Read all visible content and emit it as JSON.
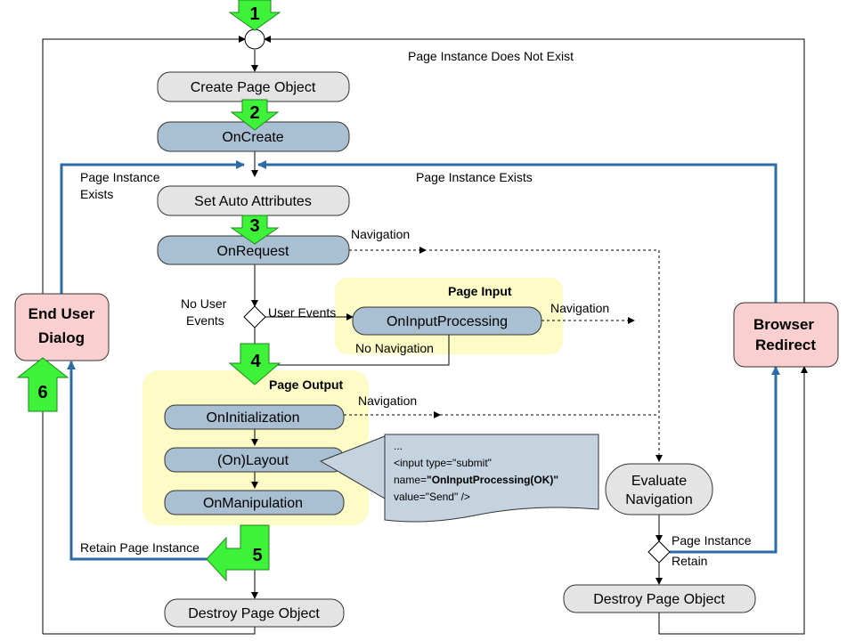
{
  "steps": [
    "1",
    "2",
    "3",
    "4",
    "5",
    "6"
  ],
  "nodes": {
    "create_page_object": "Create Page Object",
    "on_create": "OnCreate",
    "set_auto_attributes": "Set Auto Attributes",
    "on_request": "OnRequest",
    "on_input_processing": "OnInputProcessing",
    "on_initialization": "OnInitialization",
    "on_layout": "(On)Layout",
    "on_manipulation": "OnManipulation",
    "destroy_page_object_left": "Destroy Page Object",
    "destroy_page_object_right": "Destroy Page Object",
    "end_user_dialog_line1": "End User",
    "end_user_dialog_line2": "Dialog",
    "browser_redirect_line1": "Browser",
    "browser_redirect_line2": "Redirect",
    "evaluate_navigation_line1": "Evaluate",
    "evaluate_navigation_line2": "Navigation"
  },
  "groups": {
    "page_input": "Page Input",
    "page_output": "Page Output"
  },
  "labels": {
    "page_instance_does_not_exist": "Page Instance  Does Not Exist",
    "page_instance_exists_left_line1": "Page Instance",
    "page_instance_exists_left_line2": "Exists",
    "page_instance_exists_right": "Page Instance  Exists",
    "navigation_request": "Navigation",
    "navigation_input": "Navigation",
    "navigation_init": "Navigation",
    "no_user_events_line1": "No User",
    "no_user_events_line2": "Events",
    "user_events": "User Events",
    "no_navigation": "No Navigation",
    "retain_page_instance": "Retain Page Instance",
    "page_instance_option": "Page Instance",
    "retain_option": "Retain"
  },
  "code_note": {
    "line1": "...",
    "line2": "<input type=\"submit\"",
    "line3_prefix": "name=",
    "line3_bold": "\"OnInputProcessing(OK)\"",
    "line4": "value=\"Send\" />"
  },
  "colors": {
    "gray_node": "#e4e4e4",
    "blue_node": "#a9bfd2",
    "pink_node": "#f9cfcf",
    "group_bg": "#fdfbc6",
    "green_arrow": "#3ef23a",
    "blue_line": "#2d6aa8",
    "note_bg": "#c5d3df"
  }
}
